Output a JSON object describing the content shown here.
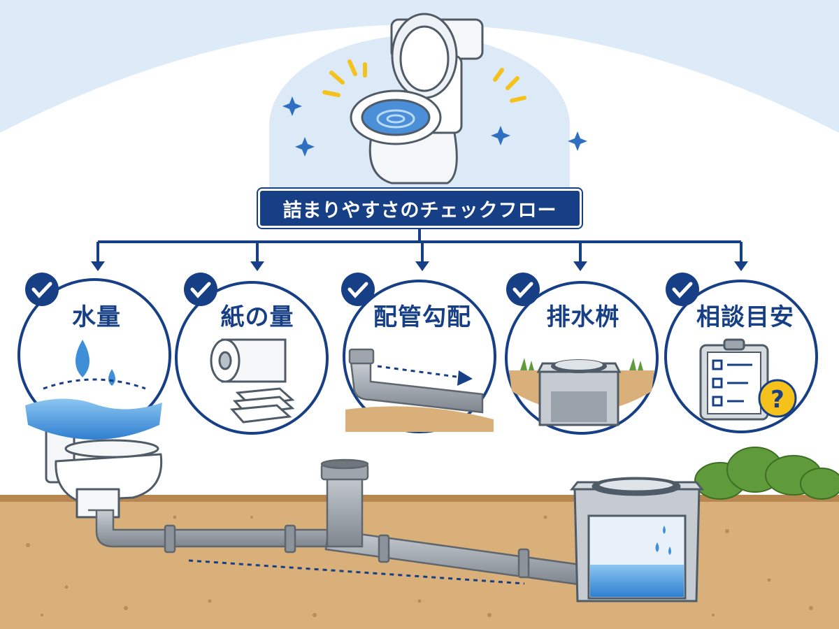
{
  "title": "詰まりやすさのチェックフロー",
  "items": [
    {
      "label": "水量",
      "icon": "water-drop-icon"
    },
    {
      "label": "紙の量",
      "icon": "toilet-paper-icon"
    },
    {
      "label": "配管勾配",
      "icon": "pipe-slope-icon"
    },
    {
      "label": "排水桝",
      "icon": "drain-basin-icon"
    },
    {
      "label": "相談目安",
      "icon": "clipboard-question-icon"
    }
  ],
  "colors": {
    "navy": "#173f86",
    "sky": "#dcebf7",
    "soil": "#d9b07a",
    "pipe": "#9ea5ad",
    "water": "#3f8fd8",
    "accent": "#f4c21b"
  }
}
